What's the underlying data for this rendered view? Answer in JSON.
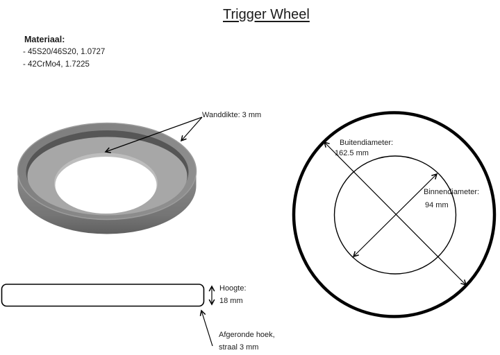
{
  "page": {
    "title": "Trigger Wheel"
  },
  "material": {
    "heading": "Materiaal:",
    "options": [
      "- 45S20/46S20, 1.0727",
      "- 42CrMo4, 1.7225"
    ]
  },
  "labels": {
    "wall_thickness": "Wanddikte: 3 mm",
    "outer_diameter": {
      "line1": "Buitendiameter:",
      "line2": "162.5 mm"
    },
    "inner_diameter": {
      "line1": "Binnendiameter:",
      "line2": "94 mm"
    },
    "height": {
      "line1": "Hoogte:",
      "line2": "18 mm"
    },
    "rounded_corner": {
      "line1": "Afgeronde hoek,",
      "line2": "straal 3 mm"
    }
  },
  "dimensions": {
    "outer_diameter_mm": 162.5,
    "inner_diameter_mm": 94,
    "height_mm": 18,
    "wall_thickness_mm": 3,
    "corner_radius_mm": 3
  },
  "colors": {
    "background": "#ffffff",
    "line": "#000000",
    "text": "#1b1b1b",
    "ring_rim_top": "#868686",
    "ring_rim_edge_highlight": "#9c9c9c",
    "ring_inner_shadow": "#565656",
    "ring_face": "#a7a7a7",
    "ring_hole_wall": "#bdbdbd",
    "ring_side_top": "#8a8a8a",
    "ring_side_bottom": "#606060"
  }
}
